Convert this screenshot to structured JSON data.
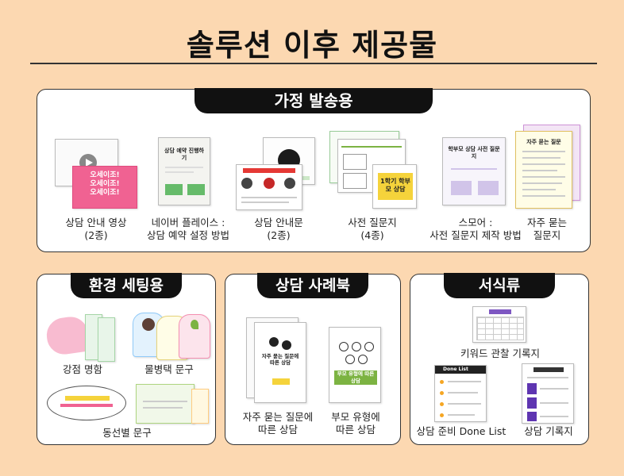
{
  "page": {
    "title": "솔루션 이후 제공물"
  },
  "sections": {
    "home": {
      "title": "가정 발송용",
      "items": [
        {
          "label_line1": "상담 안내 영상",
          "label_line2": "(2종)",
          "thumb_text": "오세이조!"
        },
        {
          "label_line1": "네이버 플레이스 :",
          "label_line2": "상담 예약 설정 방법",
          "thumb_text": "상담 예약 진행하기"
        },
        {
          "label_line1": "상담 안내문",
          "label_line2": "(2종)"
        },
        {
          "label_line1": "사전 질문지",
          "label_line2": "(4종)",
          "thumb_text": "1학기 학부모 상담"
        },
        {
          "label_line1": "스모어 :",
          "label_line2": "사전 질문지 제작 방법",
          "thumb_text": "학부모 상담 사전 질문지"
        },
        {
          "label_line1": "자주 묻는",
          "label_line2": "질문지",
          "thumb_text": "자주 묻는 질문"
        }
      ]
    },
    "environment": {
      "title": "환경 세팅용",
      "items": [
        {
          "label": "강점 명함"
        },
        {
          "label": "물병택 문구"
        },
        {
          "label": "동선별 문구"
        }
      ]
    },
    "casebook": {
      "title": "상담 사례북",
      "items": [
        {
          "label_line1": "자주 묻는 질문에",
          "label_line2": "따른 상담",
          "thumb_text": "자주 묻는 질문에 따른 상담"
        },
        {
          "label_line1": "부모 유형에",
          "label_line2": "따른 상담",
          "thumb_text": "부모 유형에 따른 상담"
        }
      ]
    },
    "forms": {
      "title": "서식류",
      "items": [
        {
          "label": "키워드 관찰 기록지"
        },
        {
          "label": "상담 준비 Done List",
          "thumb_text": "Done List"
        },
        {
          "label": "상담 기록지"
        }
      ]
    }
  },
  "colors": {
    "background": "#fcd8b1",
    "header_bg": "#111111",
    "accent_pink": "#f06292",
    "accent_green": "#66bb6a",
    "accent_yellow": "#f5d33b",
    "accent_purple": "#5e35b1"
  }
}
